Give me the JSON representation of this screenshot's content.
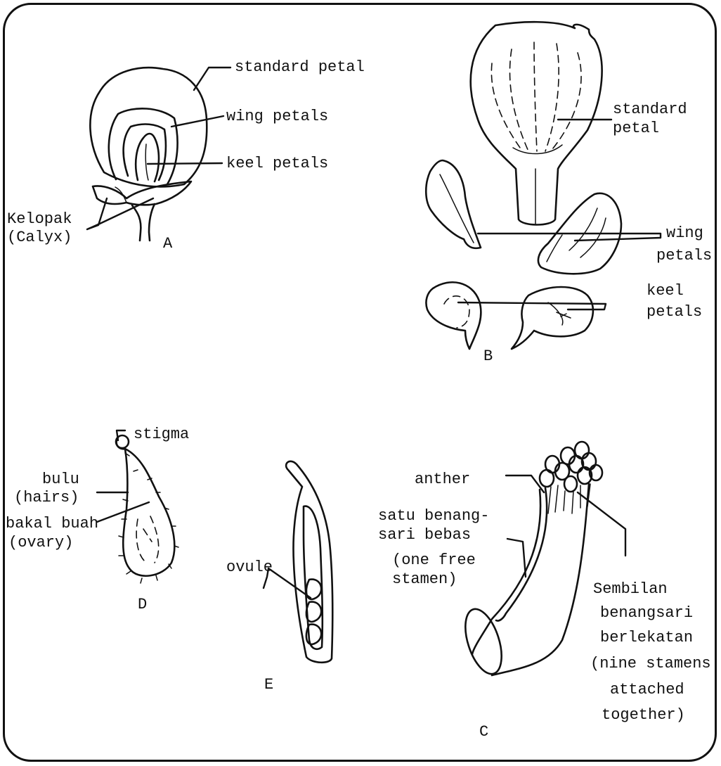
{
  "colors": {
    "ink": "#111111",
    "background": "#ffffff"
  },
  "figureA": {
    "letter": "A",
    "standard_petal": "standard petal",
    "wing_petals": "wing petals",
    "keel_petals": "keel petals",
    "calyx_line1": "Kelopak",
    "calyx_line2": "(Calyx)"
  },
  "figureB": {
    "letter": "B",
    "standard_line1": "standard",
    "standard_line2": "petal",
    "wing_line1": "wing",
    "wing_line2": "petals",
    "keel_line1": "keel",
    "keel_line2": "petals"
  },
  "figureD": {
    "letter": "D",
    "stigma": "stigma",
    "hairs_line1": "bulu",
    "hairs_line2": "(hairs)",
    "ovary_line1": "bakal buah",
    "ovary_line2": "(ovary)"
  },
  "figureE": {
    "letter": "E",
    "ovule": "ovule"
  },
  "figureC": {
    "letter": "C",
    "anther": "anther",
    "free_line1": "satu benang-",
    "free_line2": "sari bebas",
    "free_line3": "(one free",
    "free_line4": "stamen)",
    "nine_line1": "Sembilan",
    "nine_line2": "benangsari",
    "nine_line3": "berlekatan",
    "nine_line4": "(nine stamens",
    "nine_line5": "attached",
    "nine_line6": "together)"
  }
}
